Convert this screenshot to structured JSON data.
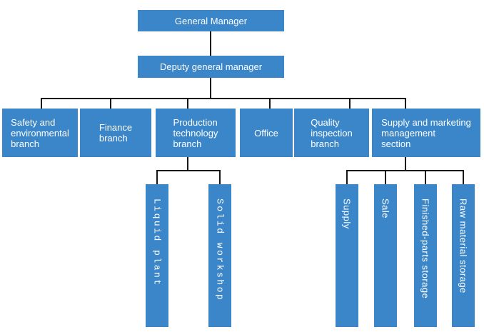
{
  "colors": {
    "box_blue": "#3a86c8",
    "box_text": "#ffffff",
    "connector_black": "#161616"
  },
  "org_chart": {
    "root": {
      "label": "General Manager"
    },
    "deputy": {
      "label": "Deputy general manager"
    },
    "branches": [
      {
        "label": "Safety and\nenvironmental\nbranch"
      },
      {
        "label": "Finance\nbranch"
      },
      {
        "label": "Production\ntechnology\nbranch"
      },
      {
        "label": "Office"
      },
      {
        "label": "Quality\ninspection\nbranch"
      },
      {
        "label": "Supply and marketing\nmanagement\nsection"
      }
    ],
    "production_children": [
      {
        "label": "Liquid plant"
      },
      {
        "label": "Solid workshop"
      }
    ],
    "supply_children": [
      {
        "label": "Supply"
      },
      {
        "label": "Sale"
      },
      {
        "label": "Finished-parts storage"
      },
      {
        "label": "Raw material storage"
      }
    ]
  }
}
